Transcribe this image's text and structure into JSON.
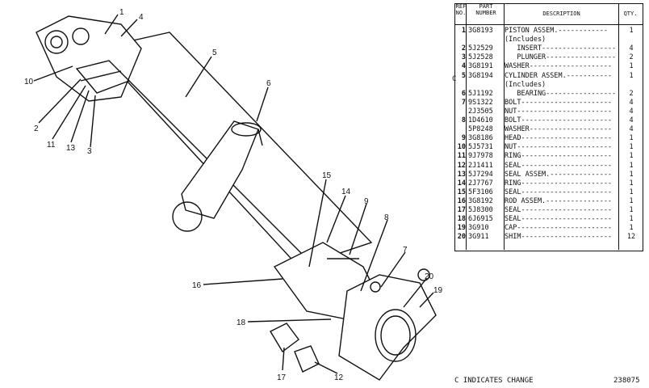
{
  "table": {
    "headers": {
      "ref": [
        "REF",
        "NO."
      ],
      "part": [
        "PART",
        "NUMBER"
      ],
      "desc": "DESCRIPTION",
      "qty": "QTY."
    },
    "margin_mark": "C",
    "rows": [
      {
        "ref": "1",
        "pn": "3G8193",
        "desc": "PISTON ASSEM.------------",
        "qty": "1"
      },
      {
        "ref": "",
        "pn": "",
        "desc": "(Includes)",
        "qty": ""
      },
      {
        "ref": "2",
        "pn": "5J2529",
        "desc": "   INSERT------------------",
        "qty": "4"
      },
      {
        "ref": "3",
        "pn": "5J2528",
        "desc": "   PLUNGER-----------------",
        "qty": "2"
      },
      {
        "ref": "4",
        "pn": "3G8191",
        "desc": "WASHER--------------------",
        "qty": "1"
      },
      {
        "ref": "5",
        "pn": "3G8194",
        "desc": "CYLINDER ASSEM.-----------",
        "qty": "1"
      },
      {
        "ref": "",
        "pn": "",
        "desc": "(Includes)",
        "qty": ""
      },
      {
        "ref": "6",
        "pn": "5J1192",
        "desc": "   BEARING-----------------",
        "qty": "2"
      },
      {
        "ref": "7",
        "pn": "9S1322",
        "desc": "BOLT----------------------",
        "qty": "4"
      },
      {
        "ref": "",
        "pn": "2J3505",
        "desc": "NUT-----------------------",
        "qty": "4"
      },
      {
        "ref": "8",
        "pn": "1D4610",
        "desc": "BOLT----------------------",
        "qty": "4"
      },
      {
        "ref": "",
        "pn": "5P8248",
        "desc": "WASHER--------------------",
        "qty": "4"
      },
      {
        "ref": "9",
        "pn": "3G8186",
        "desc": "HEAD----------------------",
        "qty": "1"
      },
      {
        "ref": "10",
        "pn": "5J5731",
        "desc": "NUT-----------------------",
        "qty": "1"
      },
      {
        "ref": "11",
        "pn": "9J7978",
        "desc": "RING----------------------",
        "qty": "1"
      },
      {
        "ref": "12",
        "pn": "2J1411",
        "desc": "SEAL----------------------",
        "qty": "1"
      },
      {
        "ref": "13",
        "pn": "5J7294",
        "desc": "SEAL ASSEM.---------------",
        "qty": "1"
      },
      {
        "ref": "14",
        "pn": "2J7767",
        "desc": "RING----------------------",
        "qty": "1"
      },
      {
        "ref": "15",
        "pn": "5F3106",
        "desc": "SEAL----------------------",
        "qty": "1"
      },
      {
        "ref": "16",
        "pn": "3G8192",
        "desc": "ROD ASSEM.----------------",
        "qty": "1"
      },
      {
        "ref": "17",
        "pn": "5J8300",
        "desc": "SEAL----------------------",
        "qty": "1"
      },
      {
        "ref": "18",
        "pn": "6J6915",
        "desc": "SEAL----------------------",
        "qty": "1"
      },
      {
        "ref": "19",
        "pn": "3G910",
        "desc": "CAP-----------------------",
        "qty": "1"
      },
      {
        "ref": "20",
        "pn": "3G911",
        "desc": "SHIM----------------------",
        "qty": "12"
      }
    ]
  },
  "footer": {
    "note": "C INDICATES CHANGE",
    "code": "238075"
  },
  "callouts": [
    "1",
    "4",
    "5",
    "10",
    "6",
    "2",
    "11",
    "13",
    "3",
    "15",
    "14",
    "9",
    "8",
    "7",
    "16",
    "18",
    "20",
    "19",
    "17",
    "12"
  ]
}
